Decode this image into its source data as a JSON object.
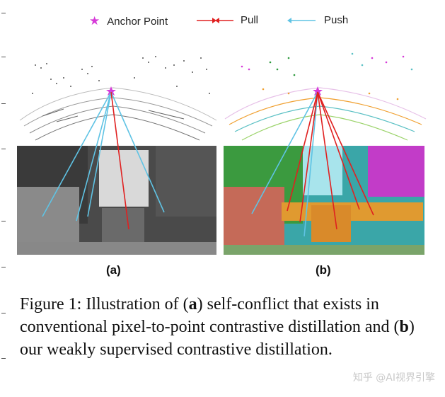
{
  "legend": {
    "anchor_label": "Anchor Point",
    "pull_label": "Pull",
    "push_label": "Push"
  },
  "panels": {
    "a_label": "(a)",
    "b_label": "(b)"
  },
  "caption": {
    "prefix": "Figure 1:  Illustration of (",
    "a_letter": "a",
    "middle": ") self-conflict that exists in conventional pixel-to-point contrastive distillation and (",
    "b_letter": "b",
    "suffix": ") our weakly supervised contrastive distillation."
  },
  "watermark": "知乎 @AI视界引擎",
  "colors": {
    "anchor": "#d63ad8",
    "pull": "#e02020",
    "push": "#5fc3e4"
  }
}
